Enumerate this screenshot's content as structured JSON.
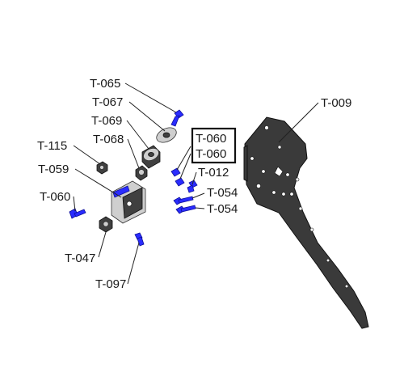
{
  "labels": {
    "t009": "T-009",
    "t065": "T-065",
    "t067": "T-067",
    "t069": "T-069",
    "t068": "T-068",
    "t115": "T-115",
    "t059": "T-059",
    "t060_left": "T-060",
    "t060_box_top": "T-060",
    "t060_box_bottom": "T-060",
    "t012": "T-012",
    "t054_top": "T-054",
    "t054_bottom": "T-054",
    "t047": "T-047",
    "t097": "T-097"
  },
  "colors": {
    "fastener_blue": "#2a2cff",
    "plate_dark": "#3a3a3a",
    "metal_light": "#cfcfcf"
  }
}
